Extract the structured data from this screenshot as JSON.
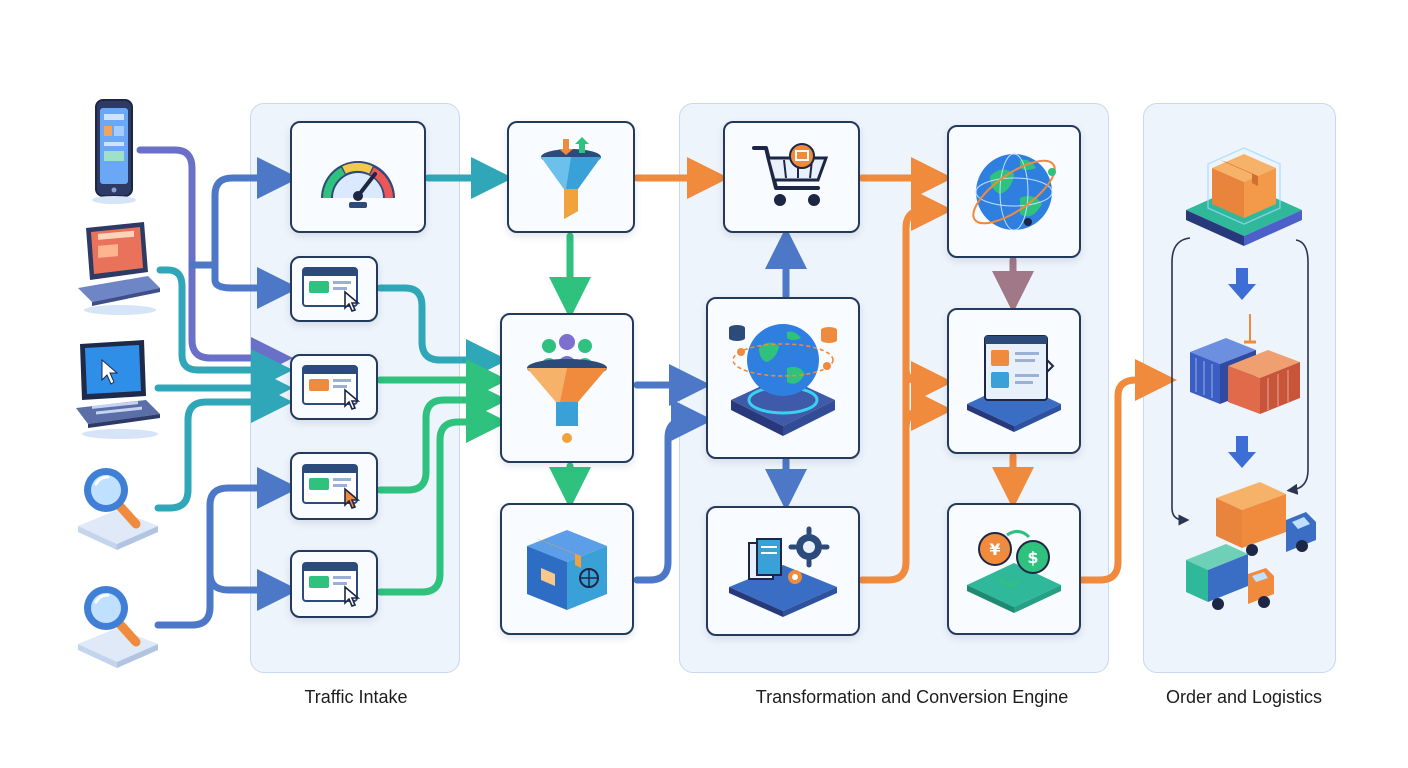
{
  "stages": [
    {
      "id": "intake",
      "label": "Traffic Intake"
    },
    {
      "id": "engine",
      "label": "Transformation and Conversion Engine"
    },
    {
      "id": "logistics",
      "label": "Order and Logistics"
    }
  ],
  "sources": [
    {
      "id": "phone",
      "icon": "smartphone-icon"
    },
    {
      "id": "laptop",
      "icon": "laptop-icon"
    },
    {
      "id": "laptop-cursor",
      "icon": "laptop-cursor-icon"
    },
    {
      "id": "search-1",
      "icon": "magnifier-icon"
    },
    {
      "id": "search-2",
      "icon": "magnifier-icon"
    }
  ],
  "nodes": [
    {
      "id": "gauge",
      "icon": "speedometer-icon"
    },
    {
      "id": "landing-1",
      "icon": "browser-window-icon"
    },
    {
      "id": "landing-2",
      "icon": "browser-window-icon"
    },
    {
      "id": "landing-3",
      "icon": "browser-window-icon"
    },
    {
      "id": "landing-4",
      "icon": "browser-window-icon"
    },
    {
      "id": "funnel-top",
      "icon": "funnel-icon"
    },
    {
      "id": "funnel-main",
      "icon": "audience-funnel-icon"
    },
    {
      "id": "product-box",
      "icon": "package-box-icon"
    },
    {
      "id": "cart",
      "icon": "shopping-cart-icon"
    },
    {
      "id": "globe-hub",
      "icon": "globe-platform-icon"
    },
    {
      "id": "catalog",
      "icon": "catalog-gear-icon"
    },
    {
      "id": "globe",
      "icon": "globe-icon"
    },
    {
      "id": "dashboard",
      "icon": "dashboard-icon"
    },
    {
      "id": "currency",
      "icon": "currency-exchange-icon"
    }
  ],
  "logistics": [
    {
      "id": "parcel",
      "icon": "parcel-platform-icon"
    },
    {
      "id": "containers",
      "icon": "shipping-containers-icon"
    },
    {
      "id": "trucks",
      "icon": "delivery-trucks-icon"
    }
  ],
  "colors": {
    "purple": "#6a6fc8",
    "blue": "#4d78c8",
    "teal": "#2fa7b8",
    "green": "#2ec27e",
    "orange": "#f08a3c",
    "mauve": "#a07888",
    "panel": "#eef4fb",
    "node_border": "#243a5a"
  }
}
